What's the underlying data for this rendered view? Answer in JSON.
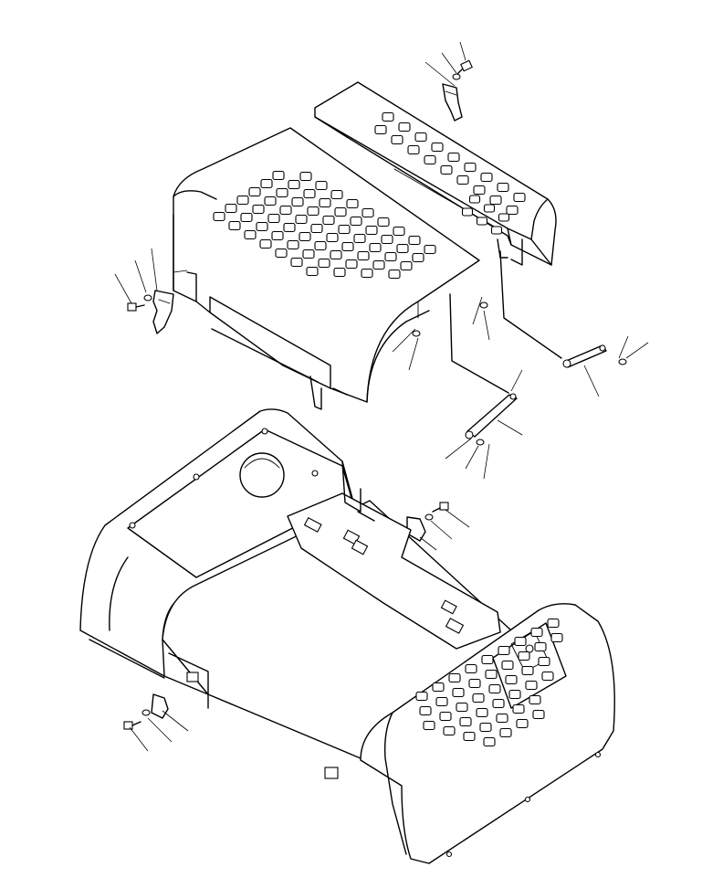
{
  "colors": {
    "line": "#000000",
    "background": "#ffffff"
  },
  "parts": [
    {
      "name": "upper-rear-cover"
    },
    {
      "name": "upper-top-cover"
    },
    {
      "name": "engine-hood"
    },
    {
      "name": "cover-latch"
    },
    {
      "name": "support-rod"
    },
    {
      "name": "bolt"
    },
    {
      "name": "washer"
    }
  ]
}
